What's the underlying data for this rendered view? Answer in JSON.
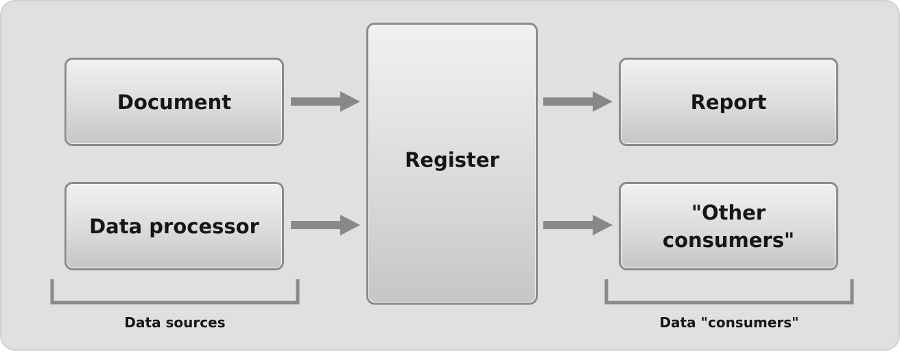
{
  "diagram": {
    "sources": {
      "document_label": "Document",
      "data_processor_label": "Data processor",
      "group_label": "Data sources"
    },
    "register_label": "Register",
    "consumers": {
      "report_label": "Report",
      "other_consumers_line1": "\"Other",
      "other_consumers_line2": "consumers\"",
      "group_label": "Data \"consumers\""
    }
  }
}
